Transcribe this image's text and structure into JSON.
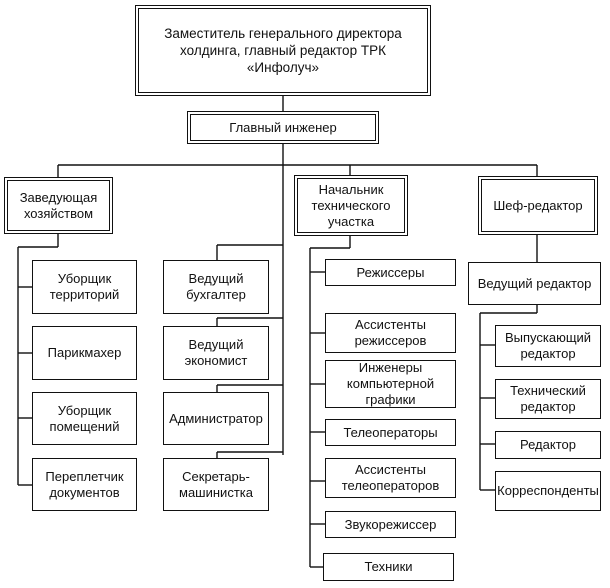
{
  "diagram": {
    "type": "org-chart",
    "root": {
      "label": "Заместитель генерального директора\nхолдинга, главный редактор ТРК\n«Инфолуч»"
    },
    "chief_engineer": {
      "label": "Главный инженер"
    },
    "departments": [
      {
        "label": "Заведующая\nхозяйством",
        "children": [
          "Уборщик\nтерриторий",
          "Парикмахер",
          "Уборщик\nпомещений",
          "Переплетчик\nдокументов"
        ]
      },
      {
        "label": "Начальник\nтехнического\nучастка",
        "children": [
          "Режиссеры",
          "Ассистенты\nрежиссеров",
          "Инженеры\nкомпьютерной\nграфики",
          "Телеоператоры",
          "Ассистенты\nтелеоператоров",
          "Звукорежиссер",
          "Техники"
        ]
      },
      {
        "label": "Шеф-редактор",
        "sub_head": "Ведущий редактор",
        "children": [
          "Выпускающий\nредактор",
          "Технический\nредактор",
          "Редактор",
          "Корреспонденты"
        ]
      }
    ],
    "direct_reports": [
      "Ведущий\nбухгалтер",
      "Ведущий\nэкономист",
      "Администратор",
      "Секретарь-\nмашинистка"
    ]
  }
}
